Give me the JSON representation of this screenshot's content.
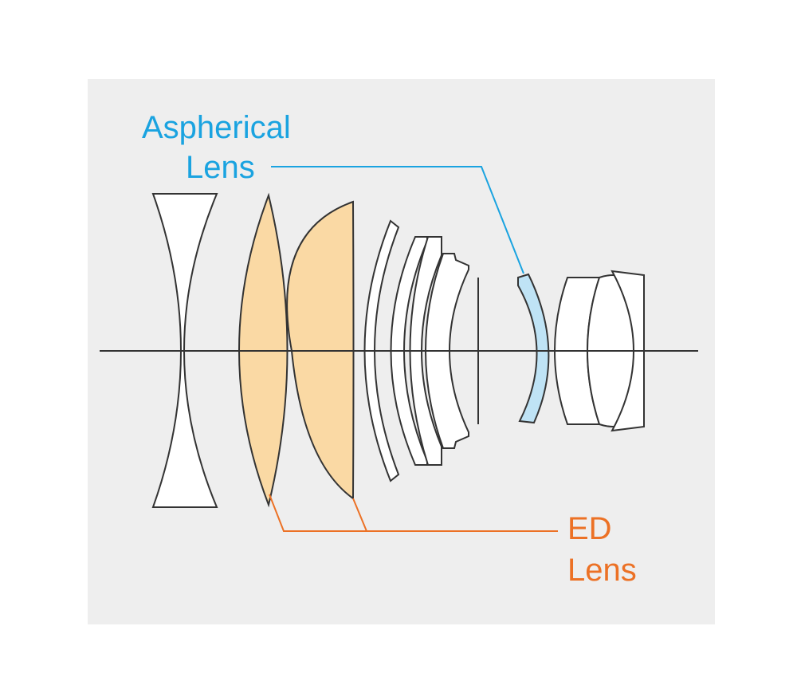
{
  "labels": {
    "aspherical_line1": "Aspherical",
    "aspherical_line2": "Lens",
    "ed_line1": "ED",
    "ed_line2": "Lens"
  },
  "colors": {
    "aspherical": "#1aa3e0",
    "ed": "#ec7125",
    "ed_fill": "#fad9a4",
    "aspherical_fill": "#bfe3f5",
    "element_fill": "#ffffff",
    "outline": "#333333",
    "panel_background": "#eeeeee"
  }
}
